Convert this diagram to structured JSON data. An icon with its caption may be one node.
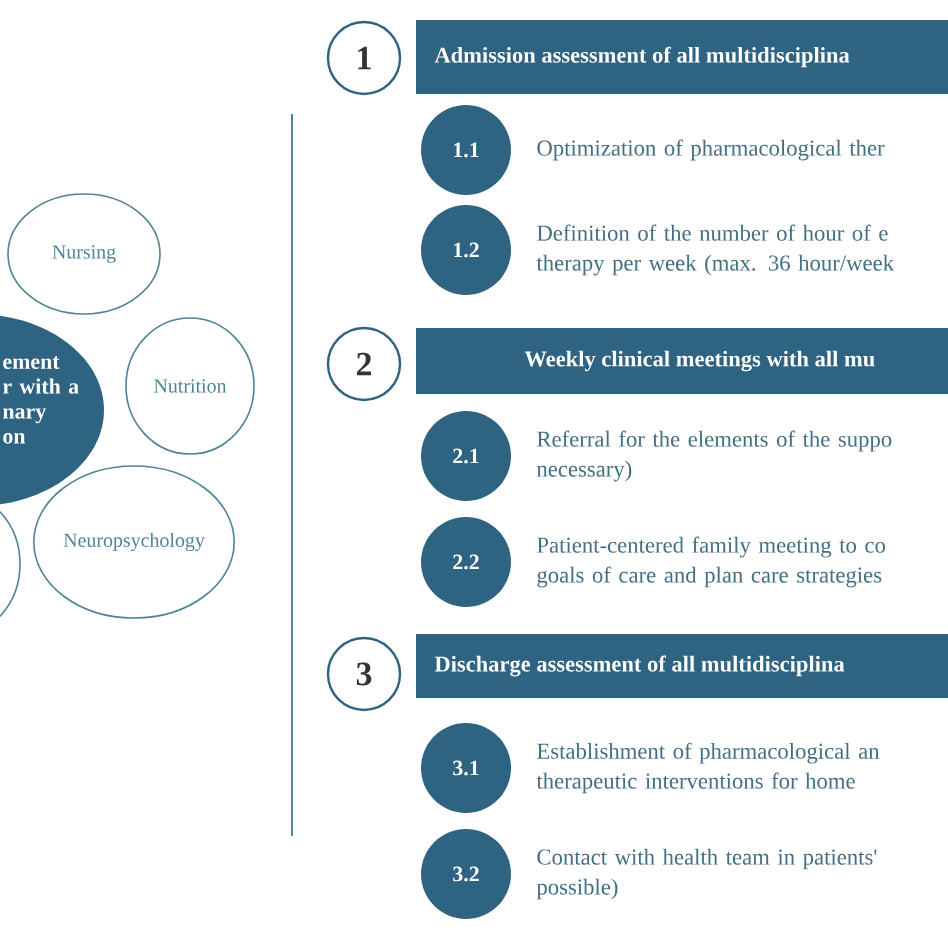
{
  "diagram": {
    "nodes": [
      {
        "text": [
          "Nursing"
        ]
      },
      {
        "text": [
          "ement r with a nary on"
        ]
      },
      {
        "text": [
          "Nutrition"
        ]
      },
      {
        "text": [
          "Neuropsychology"
        ]
      },
      {
        "text": [],
        "shape": "circle"
      },
      {
        "text": [
          "1"
        ]
      },
      {
        "text": [
          "Admission assessment of all multidisciplina"
        ]
      },
      {
        "text": [
          "1.1"
        ],
        "beside": [
          "Optimization of pharmacological ther"
        ]
      },
      {
        "text": [
          "1.2"
        ],
        "beside": [
          "Definition of the number of hour of e therapy per week (max. 36 hour/week"
        ]
      },
      {
        "text": [
          "2"
        ]
      },
      {
        "text": [
          "Weekly clinical meetings with all mu"
        ]
      },
      {
        "text": [
          "2.1"
        ],
        "beside": [
          "Referral for the elements of the suppo necessary)"
        ]
      },
      {
        "text": [
          "2.2"
        ],
        "beside": [
          "Patient-centered family meeting to co goals of care and plan care strategies"
        ]
      },
      {
        "text": [
          "3"
        ]
      },
      {
        "text": [
          "Discharge assessment of all multidisciplina"
        ]
      },
      {
        "text": [
          "3.1"
        ],
        "beside": [
          "Establishment of pharmacological an therapeutic interventions for home"
        ]
      },
      {
        "text": [
          "3.2"
        ],
        "beside": [
          "Contact with health team in patients' possible)"
        ]
      }
    ]
  }
}
